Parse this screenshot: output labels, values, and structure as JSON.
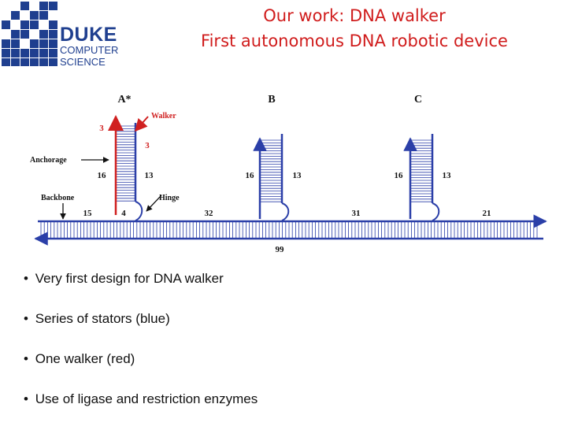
{
  "logo": {
    "name": "DUKE",
    "line1": "COMPUTER",
    "line2": "SCIENCE"
  },
  "title": {
    "line1": "Our work: DNA walker",
    "line2": "First autonomous DNA robotic device"
  },
  "diagram": {
    "stators": [
      {
        "label": "A*",
        "left_number": "16",
        "right_number": "13"
      },
      {
        "label": "B",
        "left_number": "16",
        "right_number": "13"
      },
      {
        "label": "C",
        "left_number": "16",
        "right_number": "13"
      }
    ],
    "walker": {
      "label": "Walker",
      "top_number": "3",
      "bottom_number": "3"
    },
    "anchorage_label": "Anchorage",
    "backbone_label": "Backbone",
    "hinge_label": "Hinge",
    "backbone_segments": [
      "15",
      "4",
      "32",
      "31",
      "21"
    ],
    "backbone_total": "99",
    "colors": {
      "stator": "#2b3fa8",
      "walker": "#d02020",
      "text": "#111111"
    }
  },
  "bullets": [
    "Very first design for DNA walker",
    "Series of stators (blue)",
    "One walker (red)",
    "Use of ligase and restriction enzymes"
  ],
  "bullet_glyph": "•"
}
